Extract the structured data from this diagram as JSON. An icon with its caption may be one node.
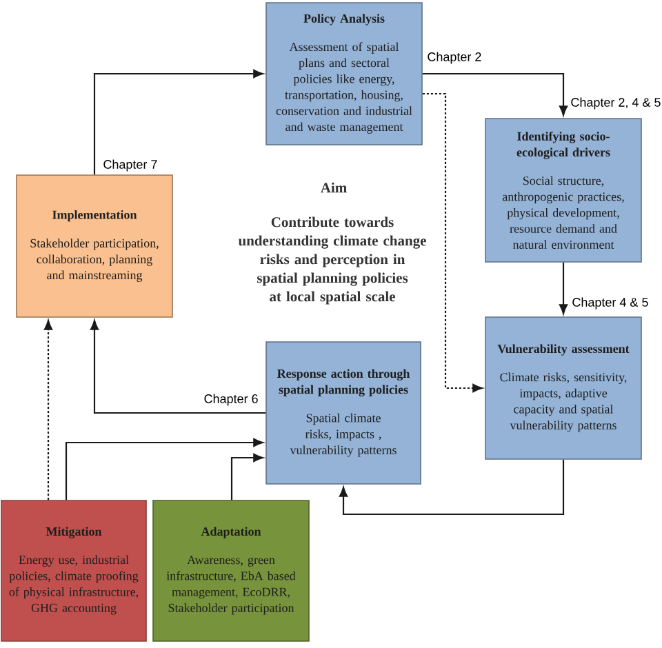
{
  "diagram": {
    "nodes": [
      {
        "text": [
          "Policy Analysis",
          "Assessment of spatial plans and sectoral policies like energy, transportation, housing, conservation and industrial and waste management"
        ],
        "beside": [
          "Chapter 2"
        ]
      },
      {
        "text": [
          "Identifying socio-ecological drivers",
          "Social structure, anthropogenic practices, physical development, resource demand and natural environment"
        ],
        "beside": [
          "Chapter 2, 4 & 5"
        ]
      },
      {
        "text": [
          "Implementation",
          "Stakeholder participation, collaboration, planning and mainstreaming"
        ],
        "beside": [
          "Chapter 7"
        ]
      },
      {
        "text": [
          "Vulnerability assessment",
          "Climate risks, sensitivity, impacts, adaptive capacity and spatial vulnerability patterns"
        ],
        "beside": [
          "Chapter 4 & 5"
        ]
      },
      {
        "text": [
          "Response action through spatial planning policies",
          "Spatial climate risks, impacts , vulnerability patterns"
        ],
        "beside": [
          "Chapter 6"
        ]
      },
      {
        "text": [
          "Mitigation",
          "Energy use, industrial policies, climate proofing of physical infrastructure, GHG accounting"
        ]
      },
      {
        "text": [
          "Adaptation",
          "Awareness, green infrastructure, EbA based management, EcoDRR, Stakeholder participation"
        ]
      }
    ],
    "edges": [
      {
        "from": 2,
        "to": 0,
        "arrow": "to"
      },
      {
        "from": 0,
        "to": 1,
        "arrow": "to"
      },
      {
        "from": 0,
        "to": 3,
        "arrow": "to",
        "style": "dashed"
      },
      {
        "from": 1,
        "to": 3,
        "arrow": "to"
      },
      {
        "from": 3,
        "to": 4,
        "arrow": "to"
      },
      {
        "from": 4,
        "to": 2,
        "arrow": "to"
      },
      {
        "from": 5,
        "to": 2,
        "arrow": "to",
        "style": "dashed"
      },
      {
        "from": 5,
        "to": 4,
        "arrow": "to"
      },
      {
        "from": 6,
        "to": 4,
        "arrow": "to"
      }
    ],
    "labels": [
      "Aim",
      "Contribute towards understanding climate change risks and perception in spatial planning policies at local spatial scale"
    ]
  }
}
